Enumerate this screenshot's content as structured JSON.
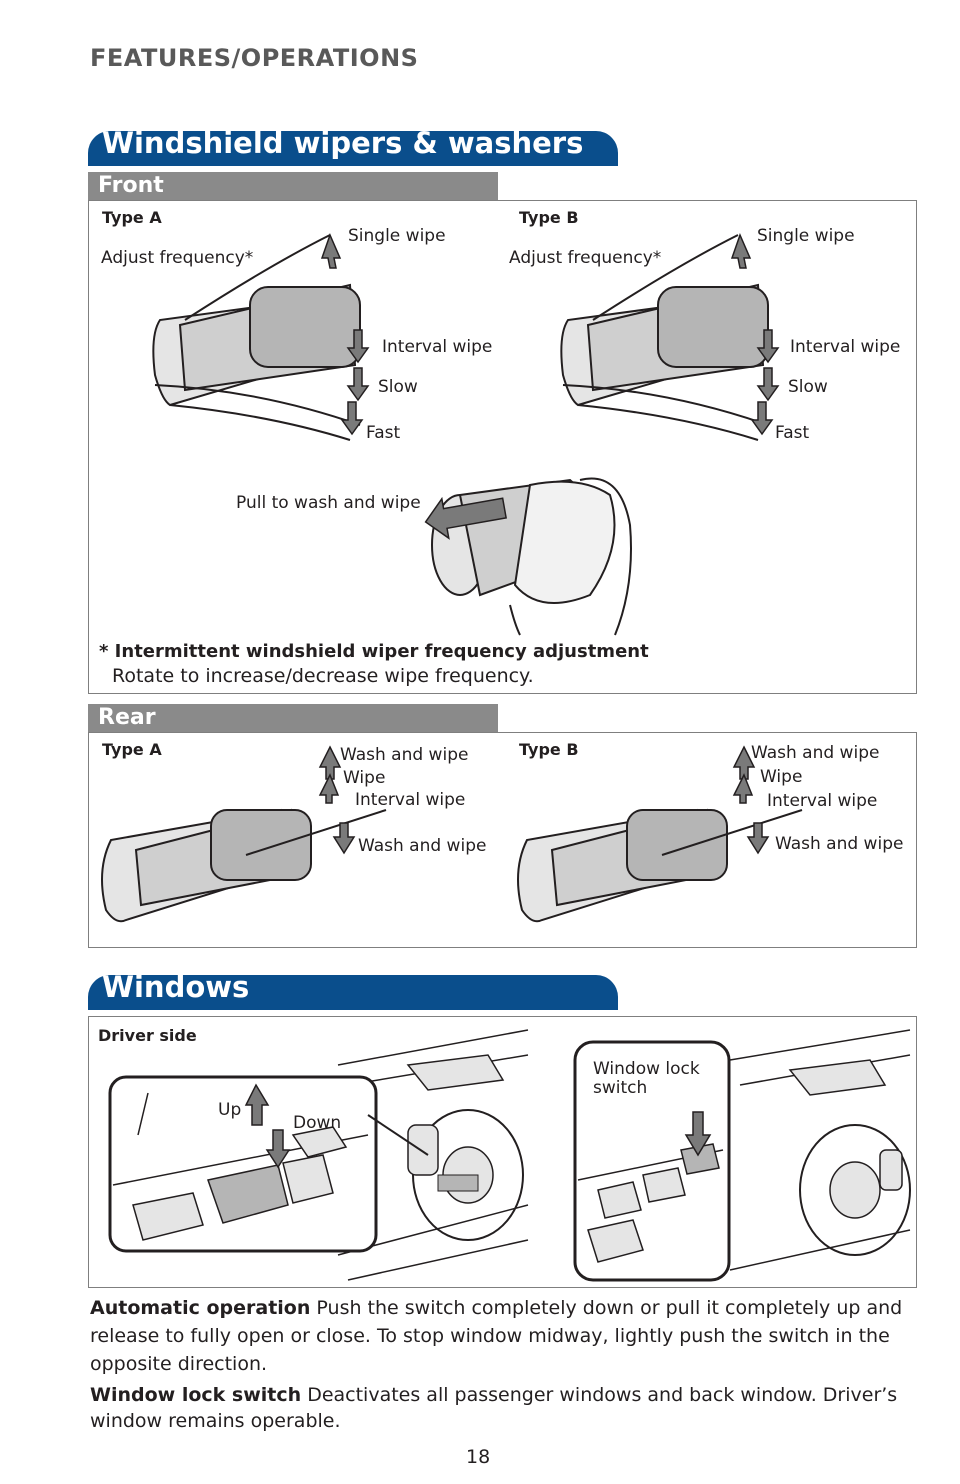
{
  "page": {
    "section_title": "FEATURES/OPERATIONS",
    "page_number": "18"
  },
  "wipers": {
    "title": "Windshield wipers & washers",
    "front": {
      "label": "Front",
      "type_a": {
        "label": "Type A",
        "adjust": "Adjust frequency*",
        "single": "Single wipe",
        "interval": "Interval wipe",
        "slow": "Slow",
        "fast": "Fast"
      },
      "type_b": {
        "label": "Type B",
        "adjust": "Adjust frequency*",
        "single": "Single wipe",
        "interval": "Interval wipe",
        "slow": "Slow",
        "fast": "Fast"
      },
      "pull": "Pull to wash and wipe",
      "note_title": "* Intermittent windshield wiper frequency adjustment",
      "note_text": "Rotate to increase/decrease wipe frequency."
    },
    "rear": {
      "label": "Rear",
      "type_a": {
        "label": "Type A",
        "wash_up": "Wash and wipe",
        "wipe": "Wipe",
        "interval": "Interval wipe",
        "wash_down": "Wash and wipe"
      },
      "type_b": {
        "label": "Type B",
        "wash_up": "Wash and wipe",
        "wipe": "Wipe",
        "interval": "Interval wipe",
        "wash_down": "Wash and wipe"
      }
    }
  },
  "windows": {
    "title": "Windows",
    "driver_side": "Driver side",
    "up": "Up",
    "down": "Down",
    "lock_line1": "Window lock",
    "lock_line2": "switch",
    "auto_term": "Automatic operation",
    "auto_text": " Push the switch completely down or pull it completely up and release to fully open or close. To stop window midway, lightly push the switch in the opposite direction.",
    "lock_term": "Window lock switch",
    "lock_text": " Deactivates all passenger windows and back window. Driver’s window remains operable."
  },
  "colors": {
    "banner_blue": "#0a4e8c",
    "subbar_gray": "#8a8a8a",
    "header_gray": "#595959"
  }
}
